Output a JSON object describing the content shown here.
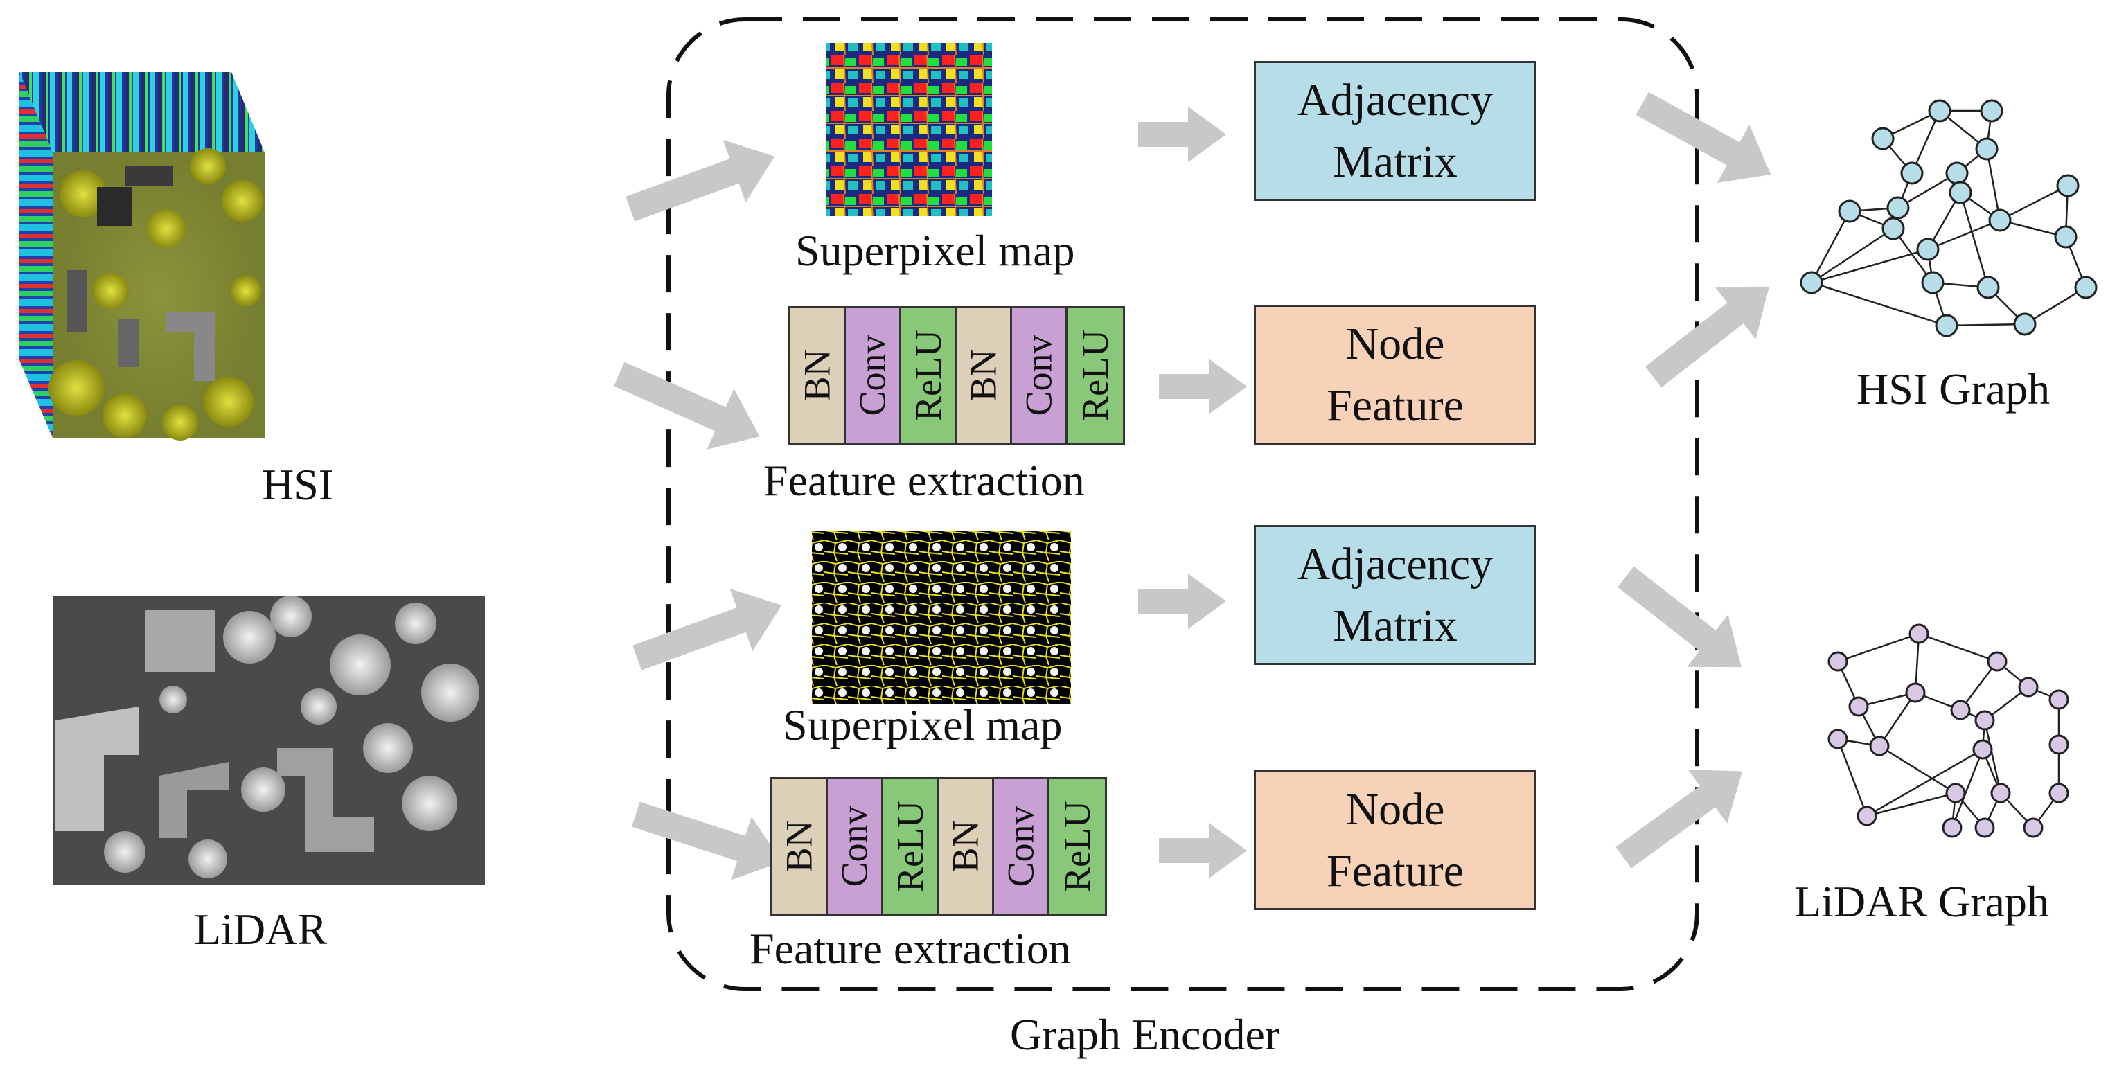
{
  "inputs": {
    "hsi_label": "HSI",
    "lidar_label": "LiDAR"
  },
  "encoder": {
    "label": "Graph Encoder"
  },
  "hsi_branch": {
    "superpixel_label": "Superpixel map",
    "feature_extraction_label": "Feature extraction",
    "adjacency_lines": [
      "Adjacency",
      "Matrix"
    ],
    "node_feature_lines": [
      "Node",
      "Feature"
    ],
    "layers": [
      "BN",
      "Conv",
      "ReLU",
      "BN",
      "Conv",
      "ReLU"
    ]
  },
  "lidar_branch": {
    "superpixel_label": "Superpixel map",
    "feature_extraction_label": "Feature extraction",
    "adjacency_lines": [
      "Adjacency",
      "Matrix"
    ],
    "node_feature_lines": [
      "Node",
      "Feature"
    ],
    "layers": [
      "BN",
      "Conv",
      "ReLU",
      "BN",
      "Conv",
      "ReLU"
    ]
  },
  "outputs": {
    "hsi_graph_label": "HSI Graph",
    "lidar_graph_label": "LiDAR Graph"
  },
  "colors": {
    "adjacency_fill": "#b7dde8",
    "node_feature_fill": "#f8d2b8",
    "bn_fill": "#ddd0b8",
    "conv_fill": "#c8a0d4",
    "relu_fill": "#88c878",
    "hsi_node_fill": "#b7dde8",
    "lidar_node_fill": "#d8c8e4",
    "arrow": "#c8c8c8"
  }
}
